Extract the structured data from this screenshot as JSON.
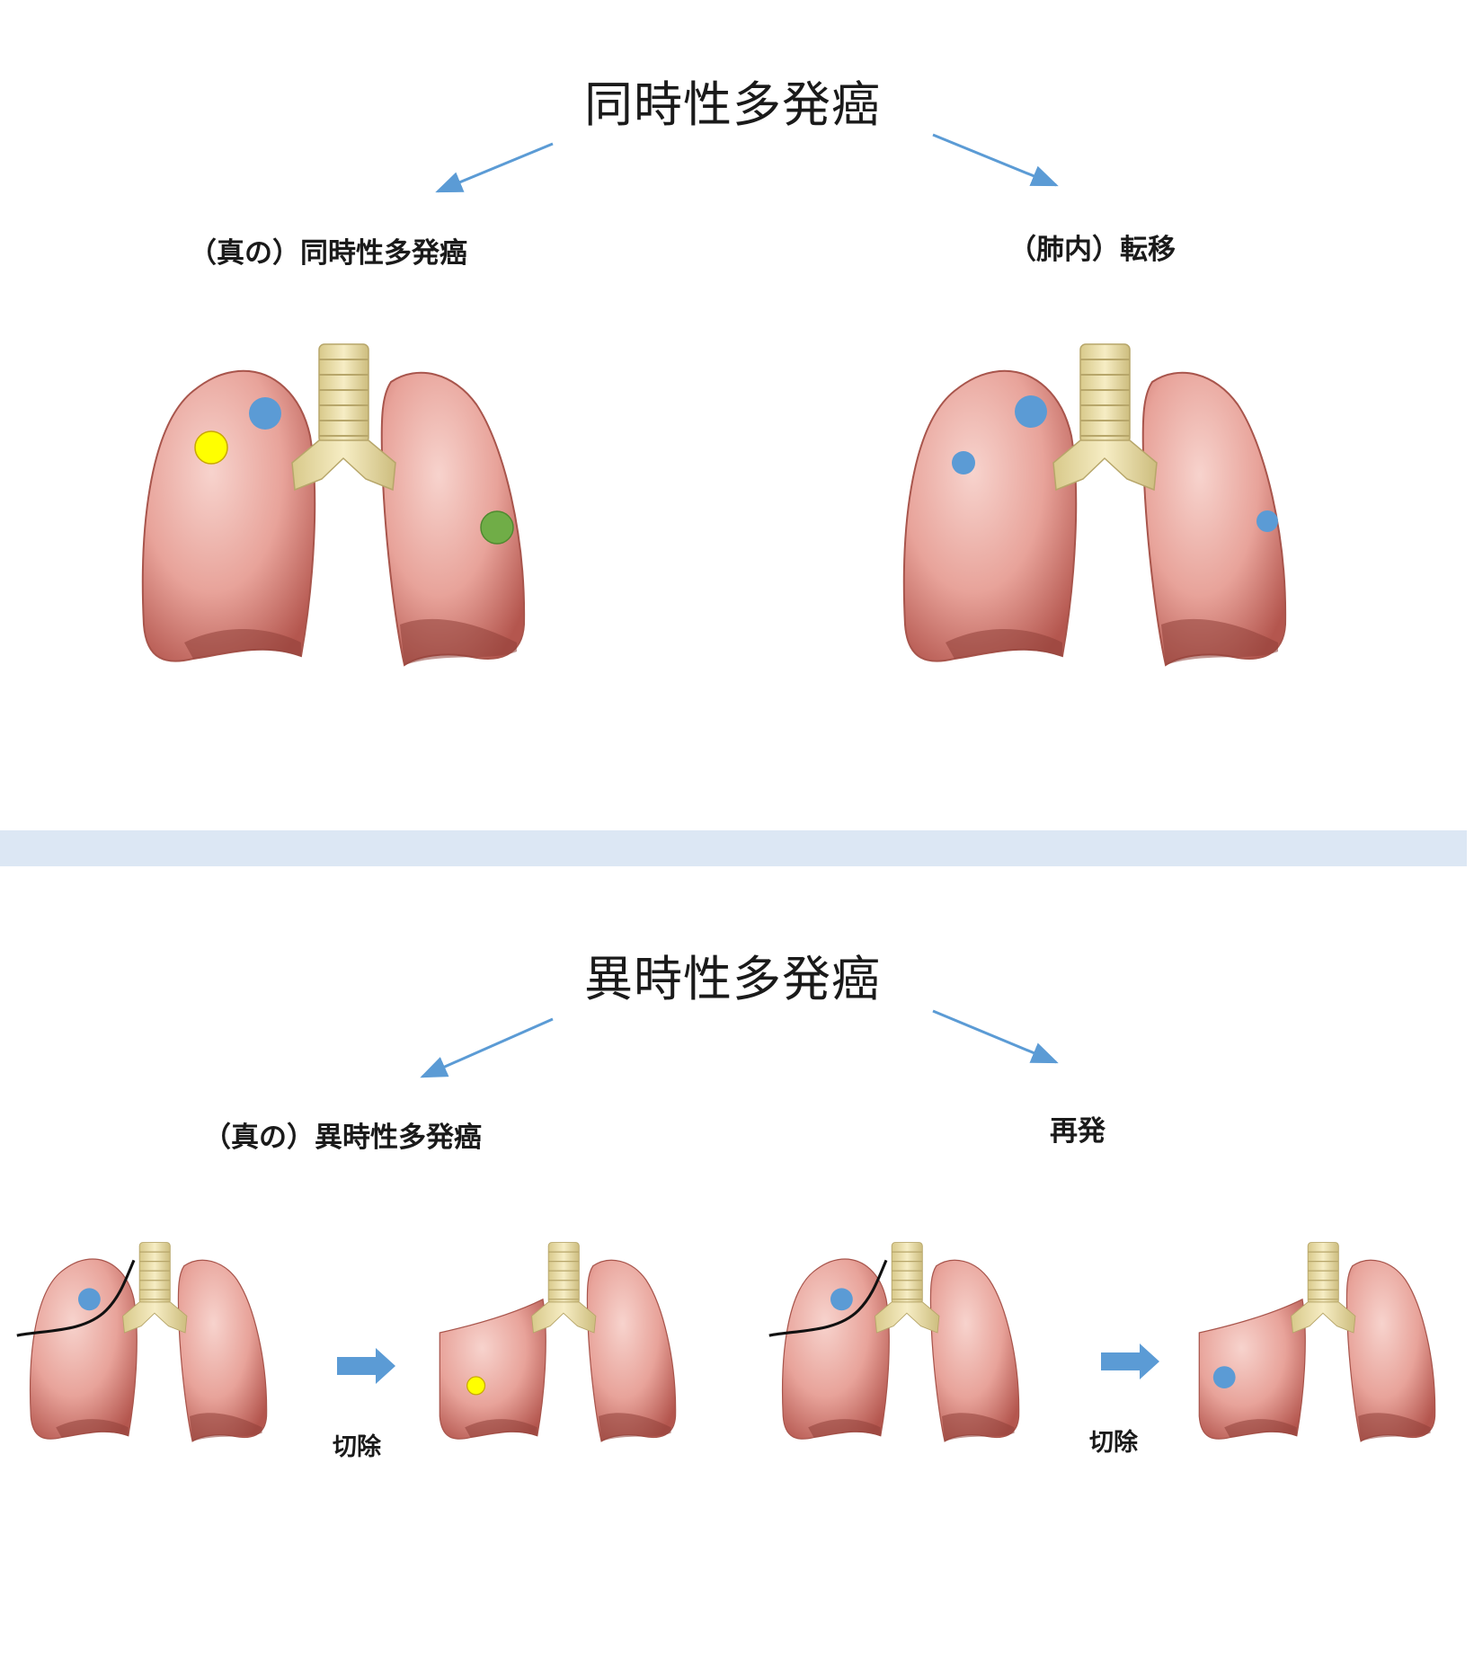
{
  "sections": [
    {
      "heading": "同時性多発癌",
      "left_label": "（真の）同時性多発癌",
      "right_label": "（肺内）転移"
    },
    {
      "heading": "異時性多発癌",
      "left_label": "（真の）異時性多発癌",
      "right_label": "再発"
    }
  ],
  "step_label": "切除",
  "colors": {
    "arrow": "#5b9bd5",
    "divider": "#dce7f4",
    "lung": "#e59a92",
    "trachea": "#efe4b0",
    "tumor_blue": "#5b9bd5",
    "tumor_yellow": "#ffff00",
    "tumor_green": "#70ad47"
  }
}
